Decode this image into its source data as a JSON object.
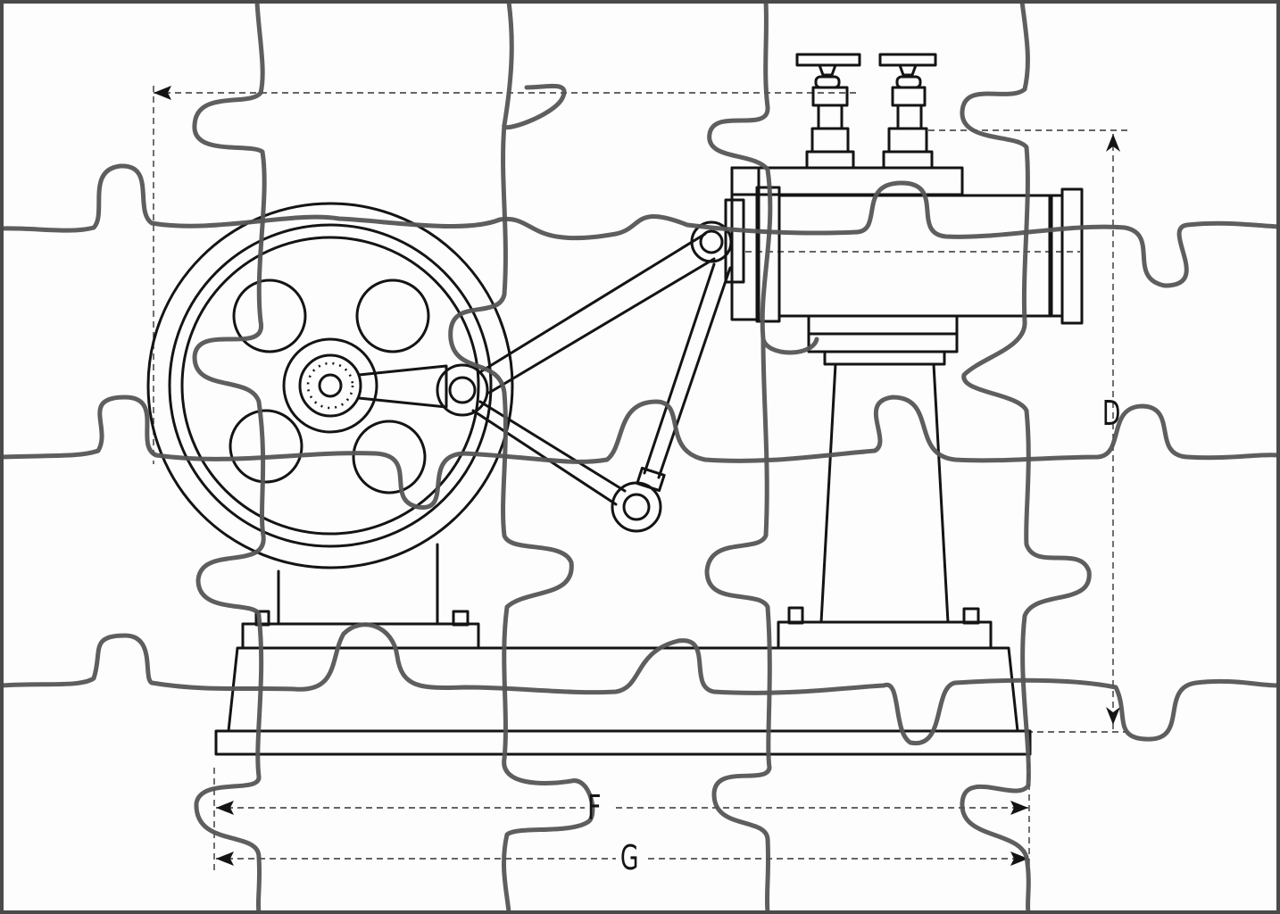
{
  "puzzle": {
    "grid": {
      "columns": 5,
      "rows": 4
    },
    "stroke_color": "#555555",
    "background": "#fdfdfd"
  },
  "diagram": {
    "subject": "horizontal steam engine",
    "line_color": "#141414",
    "components": [
      "flywheel",
      "crank",
      "connecting-rod",
      "eccentric-rod",
      "valve-rod",
      "cylinder",
      "steam-valves",
      "cylinder-pedestal",
      "flywheel-bearing-stand",
      "base-plate"
    ],
    "dimensions": {
      "D": "D",
      "F": "F",
      "G": "G"
    }
  }
}
